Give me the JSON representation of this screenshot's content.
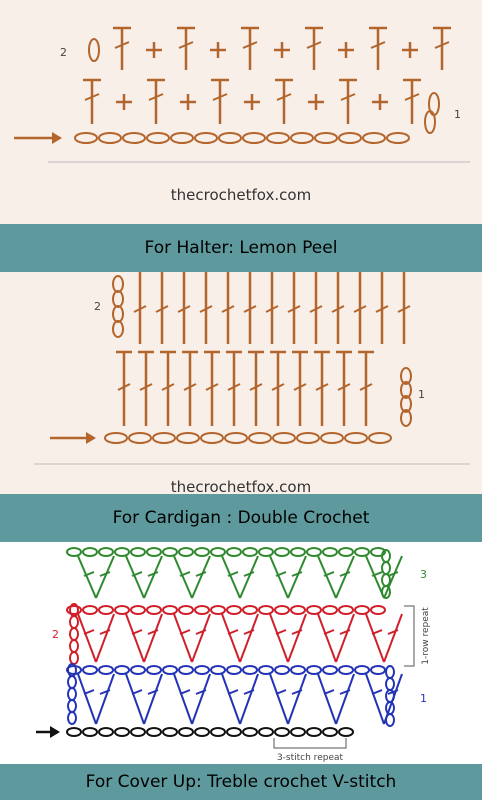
{
  "panels": [
    {
      "caption": "For Halter: Lemon Peel",
      "watermark": "thecrochetfox.com",
      "row_labels": [
        "2",
        "1"
      ]
    },
    {
      "caption": "For Cardigan : Double Crochet",
      "watermark": "thecrochetfox.com",
      "row_labels": [
        "2",
        "1"
      ]
    },
    {
      "caption": "For Cover Up: Treble crochet V-stitch",
      "row_labels": [
        "3",
        "2",
        "1"
      ],
      "annotations": {
        "row_repeat": "1-row repeat",
        "stitch_repeat": "3-stitch repeat"
      }
    }
  ],
  "colors": {
    "stitch_brown": "#b3652c",
    "band_teal": "#5e9a9d",
    "row3_green": "#2f8a2f",
    "row2_red": "#d11f2a",
    "row1_blue": "#2233b5",
    "chain_black": "#111111"
  }
}
